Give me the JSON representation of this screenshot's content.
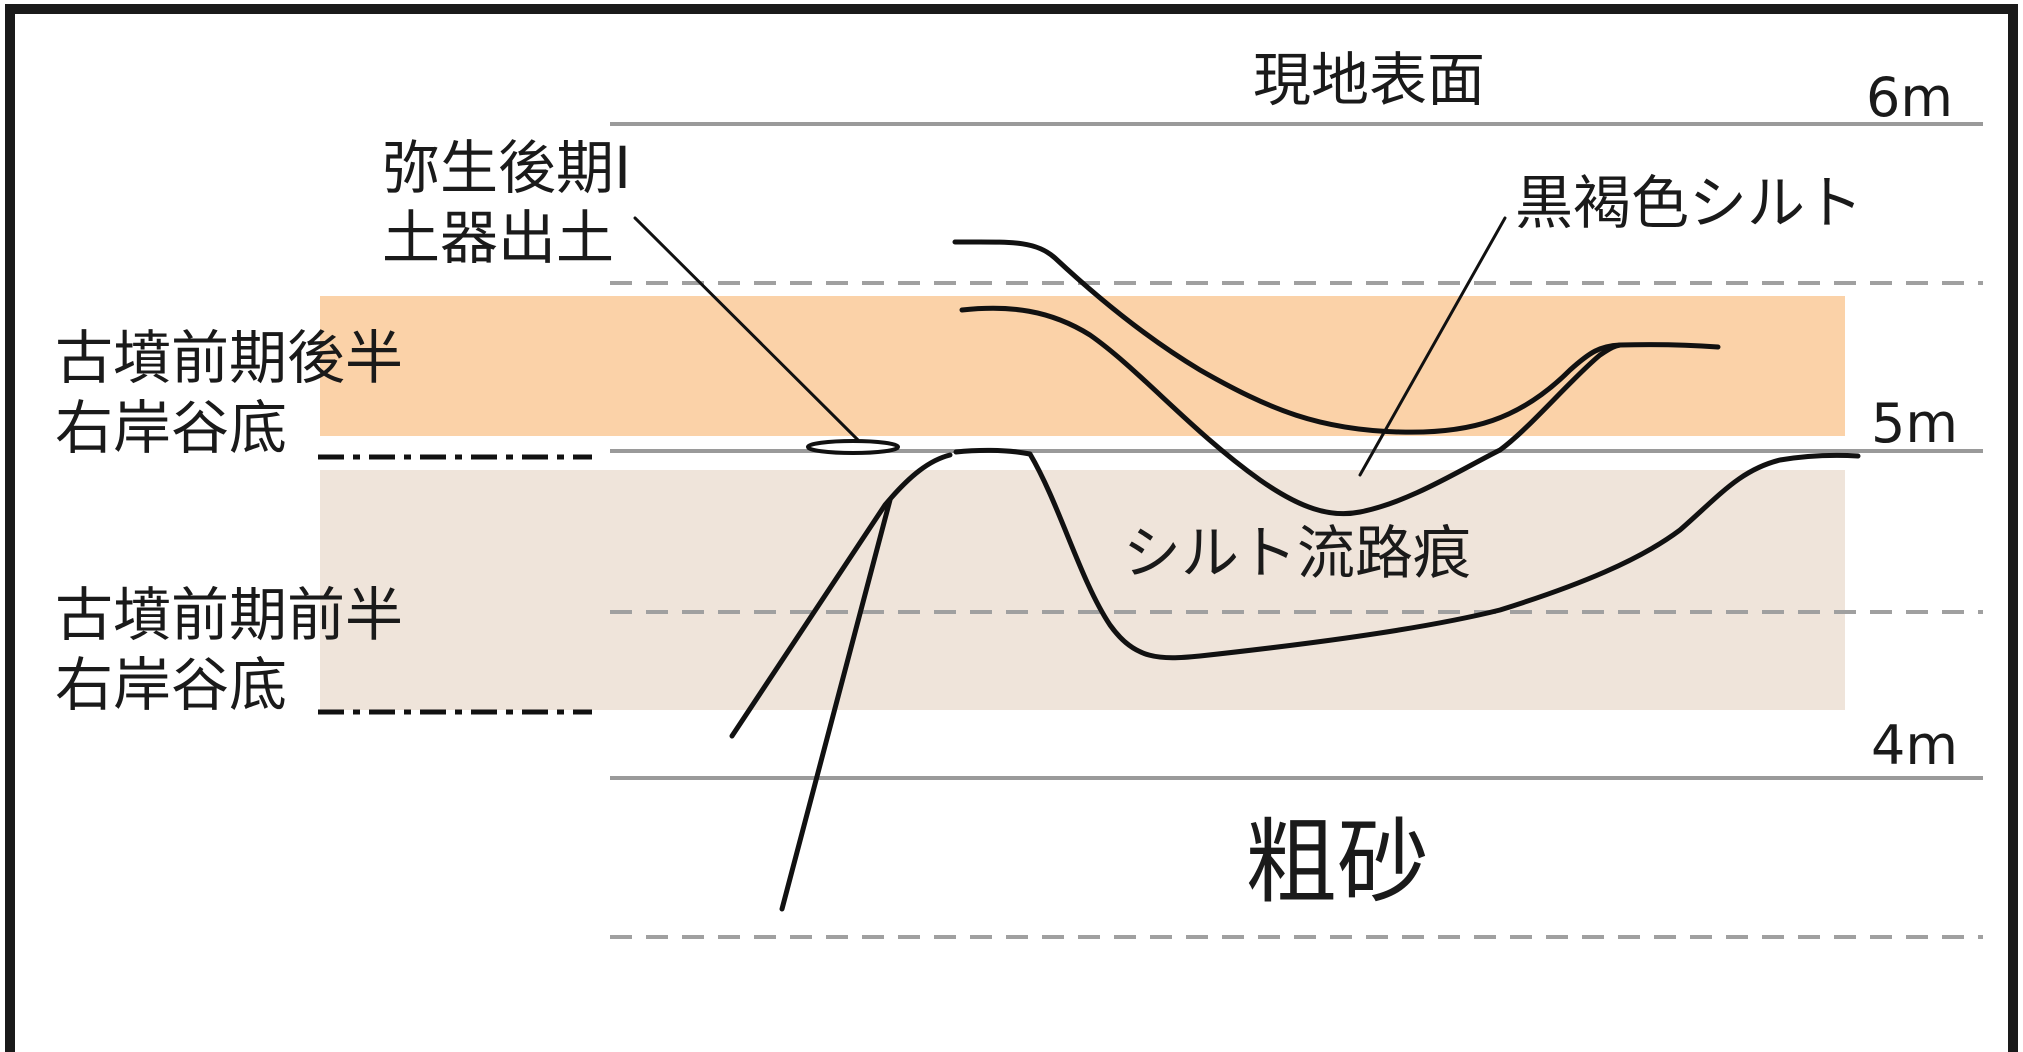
{
  "scale_labels": {
    "m6": "6m",
    "m5": "5m",
    "m4": "4m"
  },
  "annotations": {
    "ground_surface": "現地表面",
    "yayoi_line1": "弥生後期Ⅰ",
    "yayoi_line2": "土器出土",
    "black_brown_silt": "黒褐色シルト",
    "silt_channel": "シルト流路痕",
    "coarse_sand": "粗砂"
  },
  "bands": {
    "upper": {
      "line1": "古墳前期後半",
      "line2": "右岸谷底",
      "color": "#fbd2a8"
    },
    "lower": {
      "line1": "古墳前期前半",
      "line2": "右岸谷底",
      "color": "#efe4da"
    }
  },
  "colors": {
    "frame": "#1a1a1a",
    "level_line": "#9a9a9a",
    "dashed_line": "#a0a0a0",
    "contour": "#111111"
  }
}
